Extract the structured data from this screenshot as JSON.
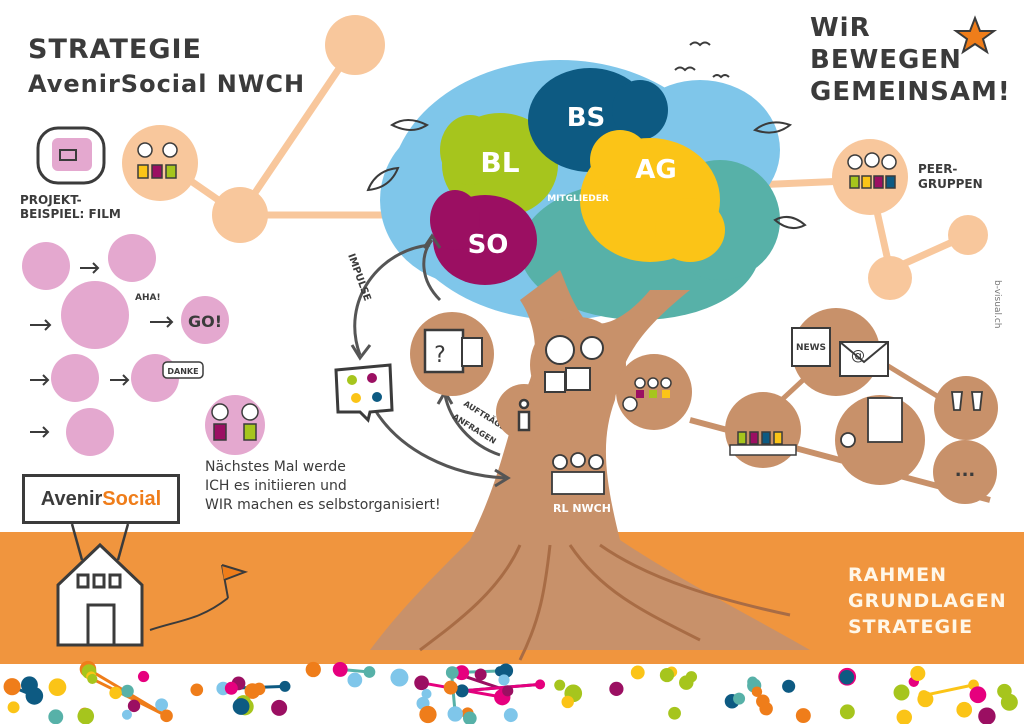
{
  "header": {
    "title_line1": "STRATEGIE",
    "title_line2": "AvenirSocial NWCH"
  },
  "slogan": [
    "WiR",
    "BEWEGEN",
    "GEMEINSAM!"
  ],
  "credit": "b-visual.ch",
  "tree": {
    "regions": [
      "BL",
      "BS",
      "SO",
      "AG"
    ],
    "center_label": "MITGLIEDER",
    "trunk_label": "RL NWCH"
  },
  "arrows": {
    "impulse": "IMPULSE",
    "anfragen": "ANFRAGEN",
    "auftraege": "AUFTRÄGE"
  },
  "project_label": [
    "PROJEKT-",
    "BEISPIEL: FILM"
  ],
  "bubbles": {
    "aha": "AHA!",
    "go": "GO!",
    "danke": "DANKE",
    "news": "NEWS",
    "dots": "..."
  },
  "peer_label": [
    "PEER-",
    "GRUPPEN"
  ],
  "note": [
    "Nächstes Mal werde",
    "ICH es initiieren und",
    "WIR machen es selbstorganisiert!"
  ],
  "logo": {
    "part1": "Avenir",
    "part2": "Social"
  },
  "ground_label": [
    "RAHMEN",
    "GRUNDLAGEN",
    "STRATEGIE"
  ],
  "colors": {
    "orange_ground": "#f0953e",
    "peach": "#f8c79c",
    "tan": "#c8916a",
    "pink": "#e4a8cf",
    "lime": "#a6c51d",
    "navy": "#0d5a82",
    "magenta": "#9b0f62",
    "yellow": "#fbc417",
    "sky": "#7fc6ea",
    "teal": "#57b1a8"
  }
}
